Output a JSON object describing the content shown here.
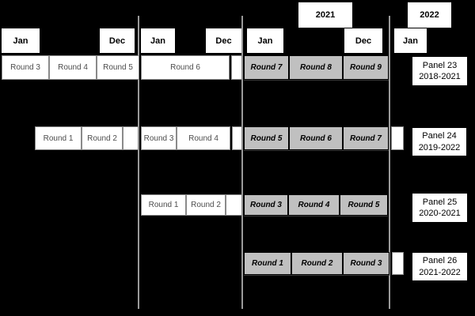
{
  "diagram": {
    "years": [
      "2021",
      "2022"
    ],
    "months": [
      "Jan",
      "Dec",
      "Jan",
      "Dec",
      "Jan",
      "Dec",
      "Jan"
    ],
    "rows": [
      {
        "panel_name": "Panel 23",
        "panel_years": "2018-2021",
        "white": [
          "Round 3",
          "Round 4",
          "Round 5",
          "Round 6"
        ],
        "gray": [
          "Round 7",
          "Round 8",
          "Round 9"
        ]
      },
      {
        "panel_name": "Panel 24",
        "panel_years": "2019-2022",
        "white": [
          "Round 1",
          "Round 2",
          "Round 3",
          "Round 4"
        ],
        "gray": [
          "Round 5",
          "Round 6",
          "Round 7"
        ]
      },
      {
        "panel_name": "Panel 25",
        "panel_years": "2020-2021",
        "white": [
          "Round 1",
          "Round 2"
        ],
        "gray": [
          "Round 3",
          "Round 4",
          "Round 5"
        ]
      },
      {
        "panel_name": "Panel 26",
        "panel_years": "2021-2022",
        "white": [],
        "gray": [
          "Round 1",
          "Round 2",
          "Round 3"
        ]
      }
    ],
    "colors": {
      "background": "#000000",
      "cell_fill": "#ffffff",
      "shaded_cell_fill": "#c0c0c0",
      "cell_border": "#8a8a8a",
      "shaded_cell_border": "#000000",
      "year_divider": "#9a9a9a",
      "white_cell_text": "#4d4d4d",
      "shaded_cell_text": "#000000"
    }
  }
}
